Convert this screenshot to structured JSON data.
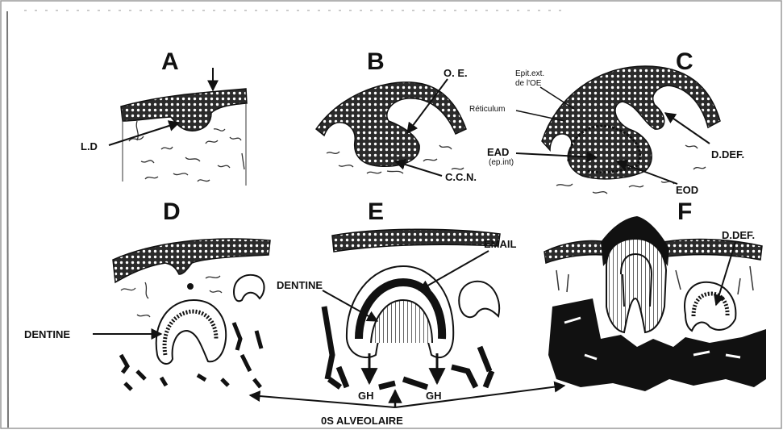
{
  "panels": {
    "a": {
      "letter": "A",
      "labels": {
        "ld": "L.D"
      }
    },
    "b": {
      "letter": "B",
      "labels": {
        "oe": "O. E.",
        "ccn": "C.C.N."
      }
    },
    "c": {
      "letter": "C",
      "labels": {
        "epit1": "Epit.ext.",
        "epit2": "de l'OE",
        "reticulum": "Réticulum",
        "ead": "EAD",
        "epint": "(ep.int)",
        "ddef": "D.DEF.",
        "eod": "EOD"
      }
    },
    "d": {
      "letter": "D",
      "labels": {
        "dentine": "DENTINE"
      }
    },
    "e": {
      "letter": "E",
      "labels": {
        "dentine": "DENTINE",
        "email": "EMAIL",
        "gh_left": "GH",
        "gh_right": "GH"
      }
    },
    "f": {
      "letter": "F",
      "labels": {
        "ddef": "D.DEF."
      }
    }
  },
  "bottom": {
    "os_alveolaire": "0S ALVEOLAIRE"
  },
  "colors": {
    "ink": "#111111",
    "frame": "#9a9a9a",
    "epithelium_fill": "#2a2a2a"
  }
}
